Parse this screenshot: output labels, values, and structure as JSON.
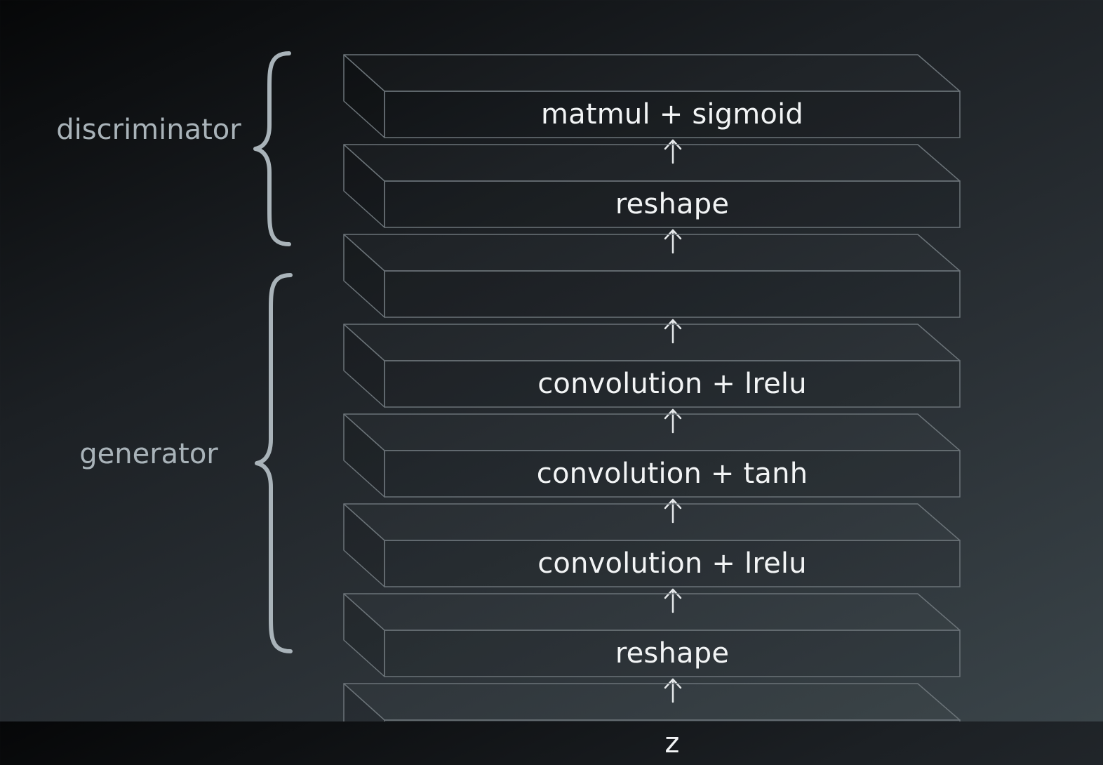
{
  "groups": {
    "discriminator": "discriminator",
    "generator": "generator"
  },
  "layers": [
    {
      "label": "matmul + sigmoid"
    },
    {
      "label": "reshape"
    },
    {
      "label": ""
    },
    {
      "label": "convolution + lrelu"
    },
    {
      "label": "convolution + tanh"
    },
    {
      "label": "convolution + lrelu"
    },
    {
      "label": "reshape"
    },
    {
      "label": "z"
    }
  ],
  "icons": {
    "arrow": "arrow-up-icon",
    "brace": "left-curly-brace-icon"
  },
  "colors": {
    "background_dark": "#060708",
    "background_light": "#3a4449",
    "box_stroke": "#6b7378",
    "layer_text": "#f2f4f5",
    "group_text": "#a9b3b9",
    "brace": "#a9b3b9"
  }
}
